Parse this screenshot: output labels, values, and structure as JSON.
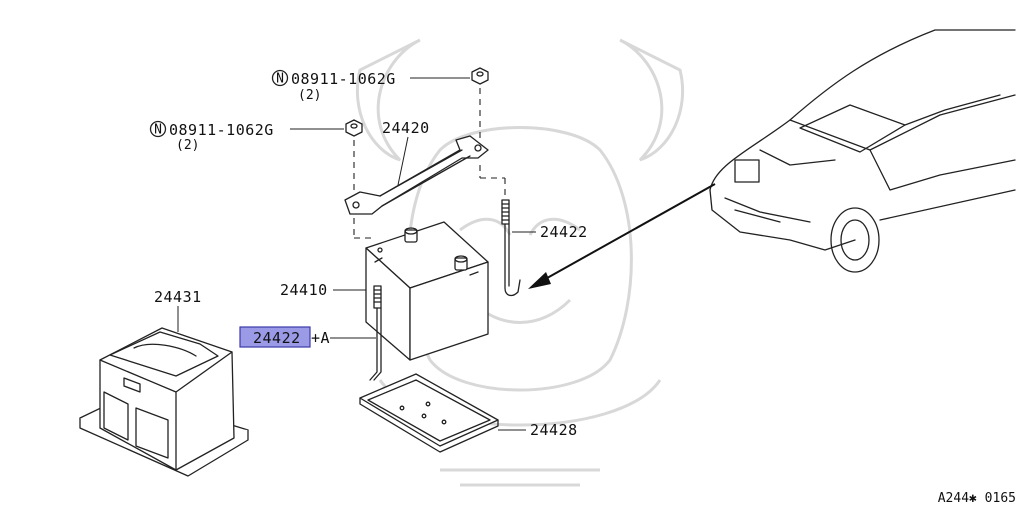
{
  "labels": {
    "nut_top": {
      "prefix": "N",
      "part": "08911-1062G",
      "qty": "(2)"
    },
    "nut_left": {
      "prefix": "N",
      "part": "08911-1062G",
      "qty": "(2)"
    },
    "frame": "24420",
    "rod_right": "24422",
    "battery": "24410",
    "rod_left": "24422",
    "rod_left_suffix": "+A",
    "cover": "24431",
    "tray": "24428"
  },
  "footer_code": "A244✱ 0165",
  "colors": {
    "highlight": "#9a9ae6",
    "line": "#222222",
    "watermark": "#d8d8d8"
  }
}
